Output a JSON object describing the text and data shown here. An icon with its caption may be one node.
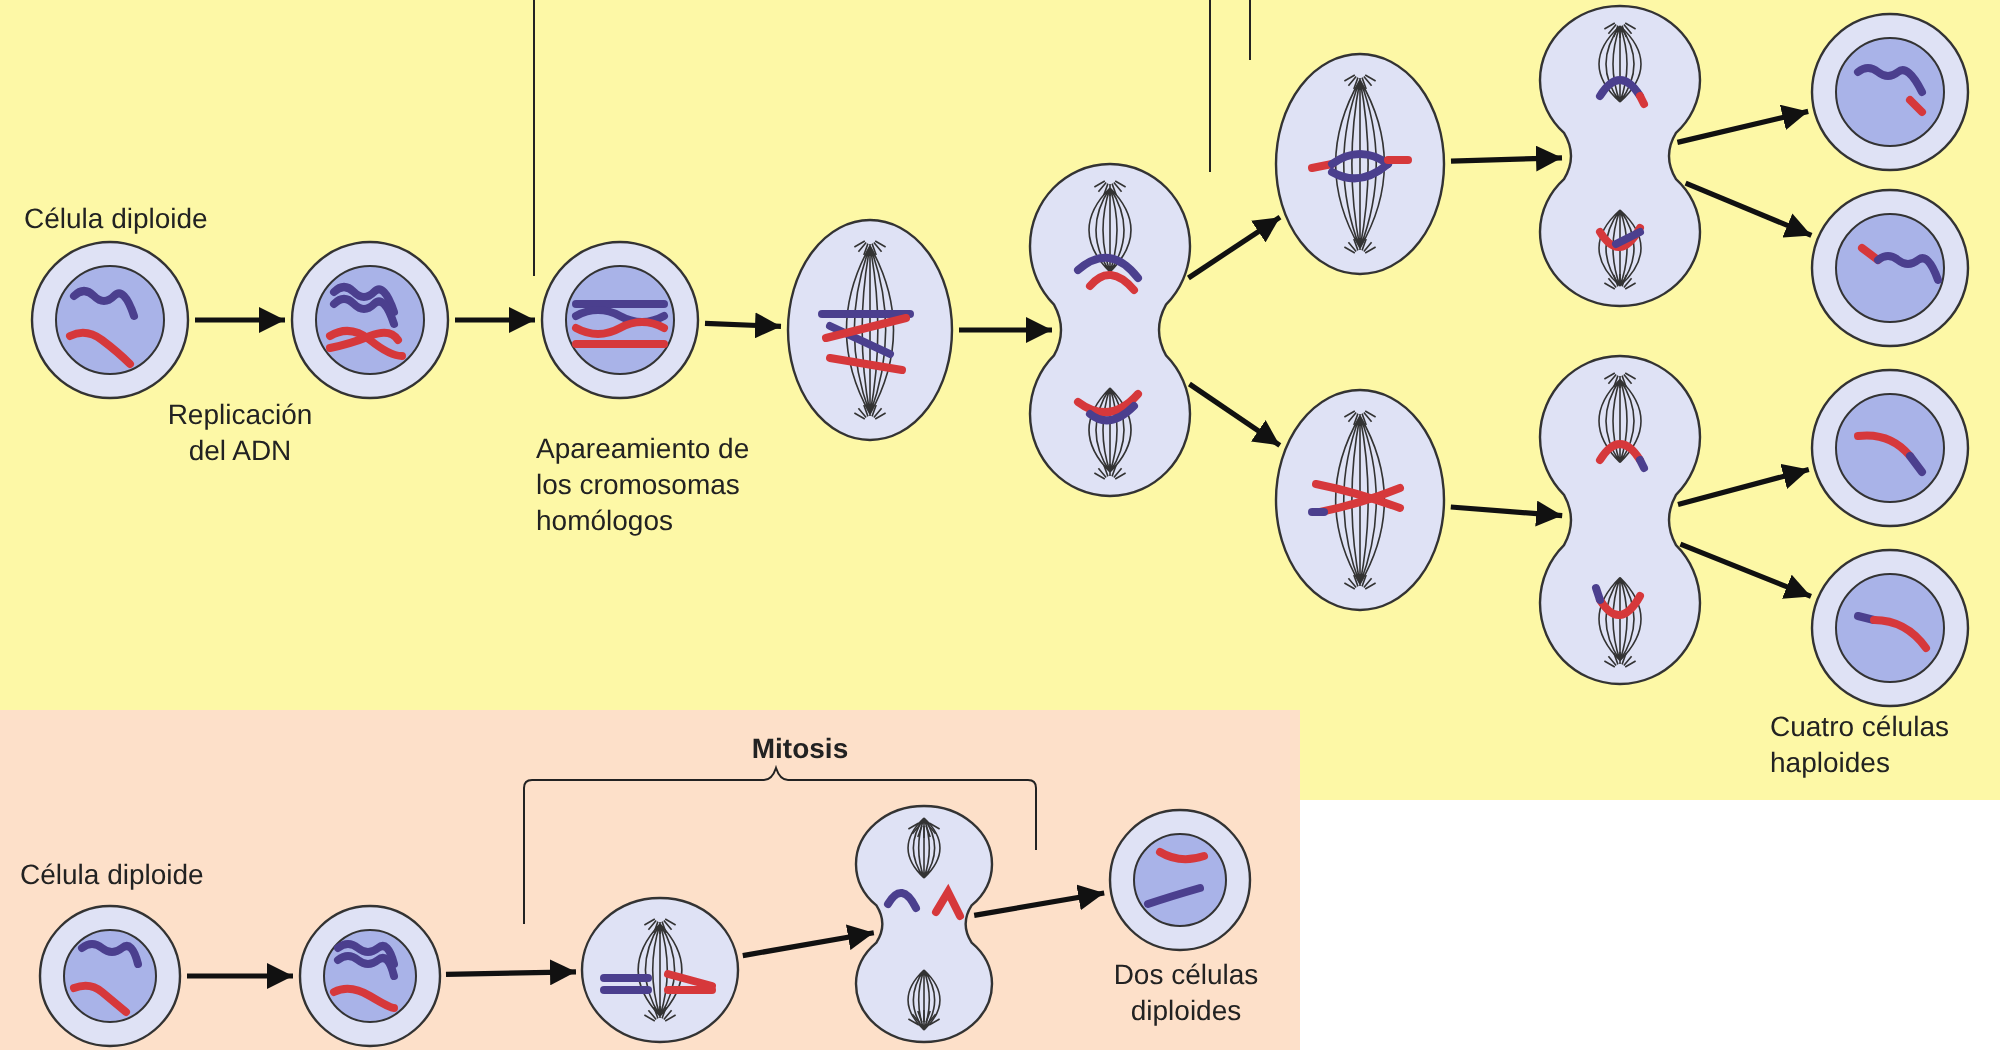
{
  "diagram": {
    "nodes": [
      {
        "text": [],
        "shape": "picture",
        "beside": [
          "Célula diploide"
        ]
      },
      {
        "text": [],
        "shape": "picture"
      },
      {
        "text": [],
        "shape": "picture",
        "beside": [
          "Apareamiento de los cromosomas homólogos"
        ]
      },
      {
        "text": [],
        "shape": "picture"
      },
      {
        "text": [],
        "shape": "picture"
      },
      {
        "text": [],
        "shape": "picture"
      },
      {
        "text": [],
        "shape": "picture"
      },
      {
        "text": [],
        "shape": "picture"
      },
      {
        "text": [],
        "shape": "picture"
      },
      {
        "text": [],
        "shape": "picture"
      },
      {
        "text": [],
        "shape": "picture"
      },
      {
        "text": [],
        "shape": "picture"
      },
      {
        "text": [],
        "shape": "picture"
      },
      {
        "text": [],
        "shape": "picture",
        "beside": [
          "Célula diploide"
        ]
      },
      {
        "text": [],
        "shape": "picture"
      },
      {
        "text": [],
        "shape": "picture"
      },
      {
        "text": [],
        "shape": "picture"
      },
      {
        "text": [],
        "shape": "picture",
        "beside": [
          "Dos células diploides"
        ]
      }
    ],
    "edges": [
      {
        "from": 0,
        "to": 1,
        "arrow": "to",
        "label": "Replicación del ADN"
      },
      {
        "from": 1,
        "to": 2,
        "arrow": "to"
      },
      {
        "from": 2,
        "to": 3,
        "arrow": "to"
      },
      {
        "from": 3,
        "to": 4,
        "arrow": "to"
      },
      {
        "from": 4,
        "to": 5,
        "arrow": "to"
      },
      {
        "from": 4,
        "to": 6,
        "arrow": "to"
      },
      {
        "from": 5,
        "to": 7,
        "arrow": "to"
      },
      {
        "from": 6,
        "to": 8,
        "arrow": "to"
      },
      {
        "from": 7,
        "to": 9,
        "arrow": "to"
      },
      {
        "from": 7,
        "to": 10,
        "arrow": "to"
      },
      {
        "from": 8,
        "to": 11,
        "arrow": "to"
      },
      {
        "from": 8,
        "to": 12,
        "arrow": "to"
      },
      {
        "from": 13,
        "to": 14,
        "arrow": "to"
      },
      {
        "from": 14,
        "to": 15,
        "arrow": "to"
      },
      {
        "from": 15,
        "to": 16,
        "arrow": "to"
      },
      {
        "from": 16,
        "to": 17,
        "arrow": "to"
      }
    ],
    "labels": [
      "Cuatro células haploides",
      "Mitosis"
    ]
  }
}
